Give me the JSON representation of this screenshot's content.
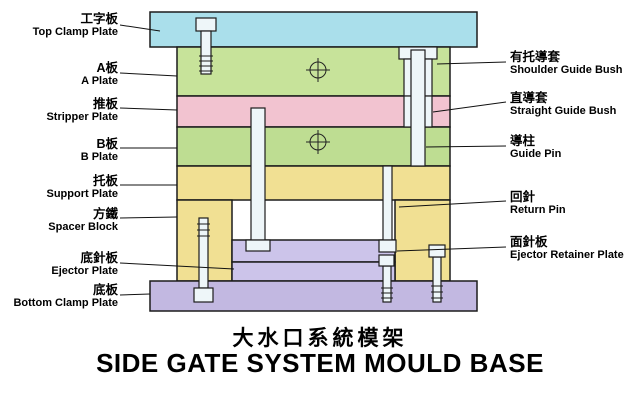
{
  "title": {
    "zh": "大水口系統模架",
    "en": "SIDE GATE SYSTEM MOULD BASE"
  },
  "left_labels": [
    {
      "zh": "工字板",
      "en": "Top Clamp Plate"
    },
    {
      "zh": "A板",
      "en": "A Plate"
    },
    {
      "zh": "推板",
      "en": "Stripper Plate"
    },
    {
      "zh": "B板",
      "en": "B Plate"
    },
    {
      "zh": "托板",
      "en": "Support Plate"
    },
    {
      "zh": "方鐵",
      "en": "Spacer Block"
    },
    {
      "zh": "底針板",
      "en": "Ejector Plate"
    },
    {
      "zh": "底板",
      "en": "Bottom Clamp Plate"
    }
  ],
  "right_labels": [
    {
      "zh": "有托導套",
      "en": "Shoulder Guide Bush"
    },
    {
      "zh": "直導套",
      "en": "Straight Guide Bush"
    },
    {
      "zh": "導柱",
      "en": "Guide Pin"
    },
    {
      "zh": "回針",
      "en": "Return Pin"
    },
    {
      "zh": "面針板",
      "en": "Ejector Retainer Plate"
    }
  ],
  "colors": {
    "top_clamp_plate": "#aadfeb",
    "a_plate": "#c7e39a",
    "stripper_plate": "#f2c3d0",
    "b_plate": "#bedd92",
    "support_plate": "#f1e093",
    "spacer_block": "#f1e093",
    "ejector_retainer_plate": "#ccc4ea",
    "ejector_plate": "#ccc4ea",
    "bottom_clamp_plate": "#c2b8e1",
    "metal": "#eef6f9",
    "outline": "#1c1c1c"
  }
}
